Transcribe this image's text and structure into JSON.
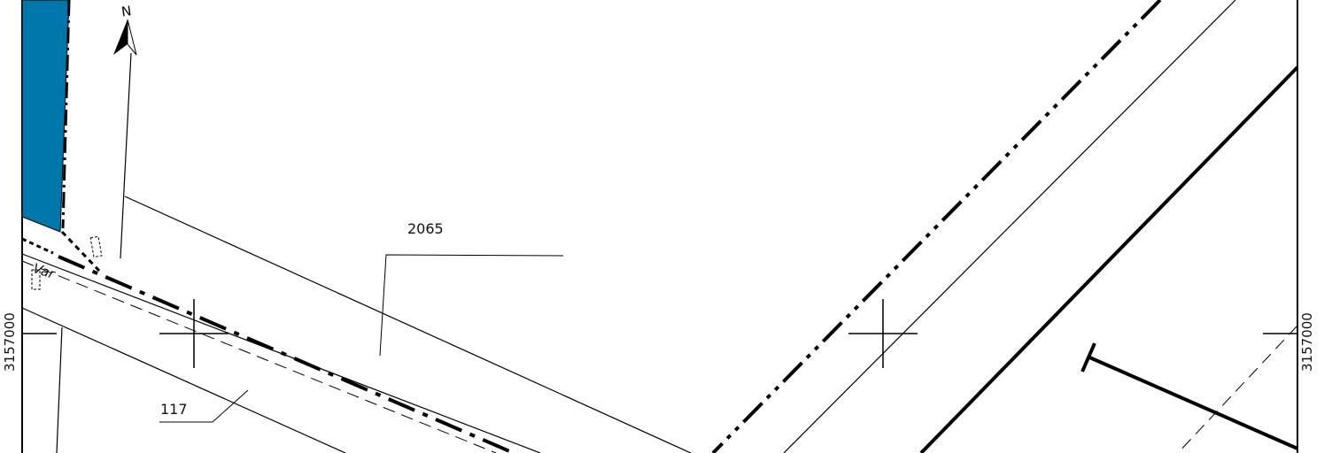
{
  "map": {
    "parcel_labels": {
      "main": "2065",
      "road": "117"
    },
    "coordinate_labels": {
      "left": "3157000",
      "right": "3157000"
    },
    "var_label": "Var",
    "north_arrow_letter": "N",
    "colors": {
      "water": "#0077aa",
      "lines": "#000000",
      "background": "#ffffff"
    }
  }
}
